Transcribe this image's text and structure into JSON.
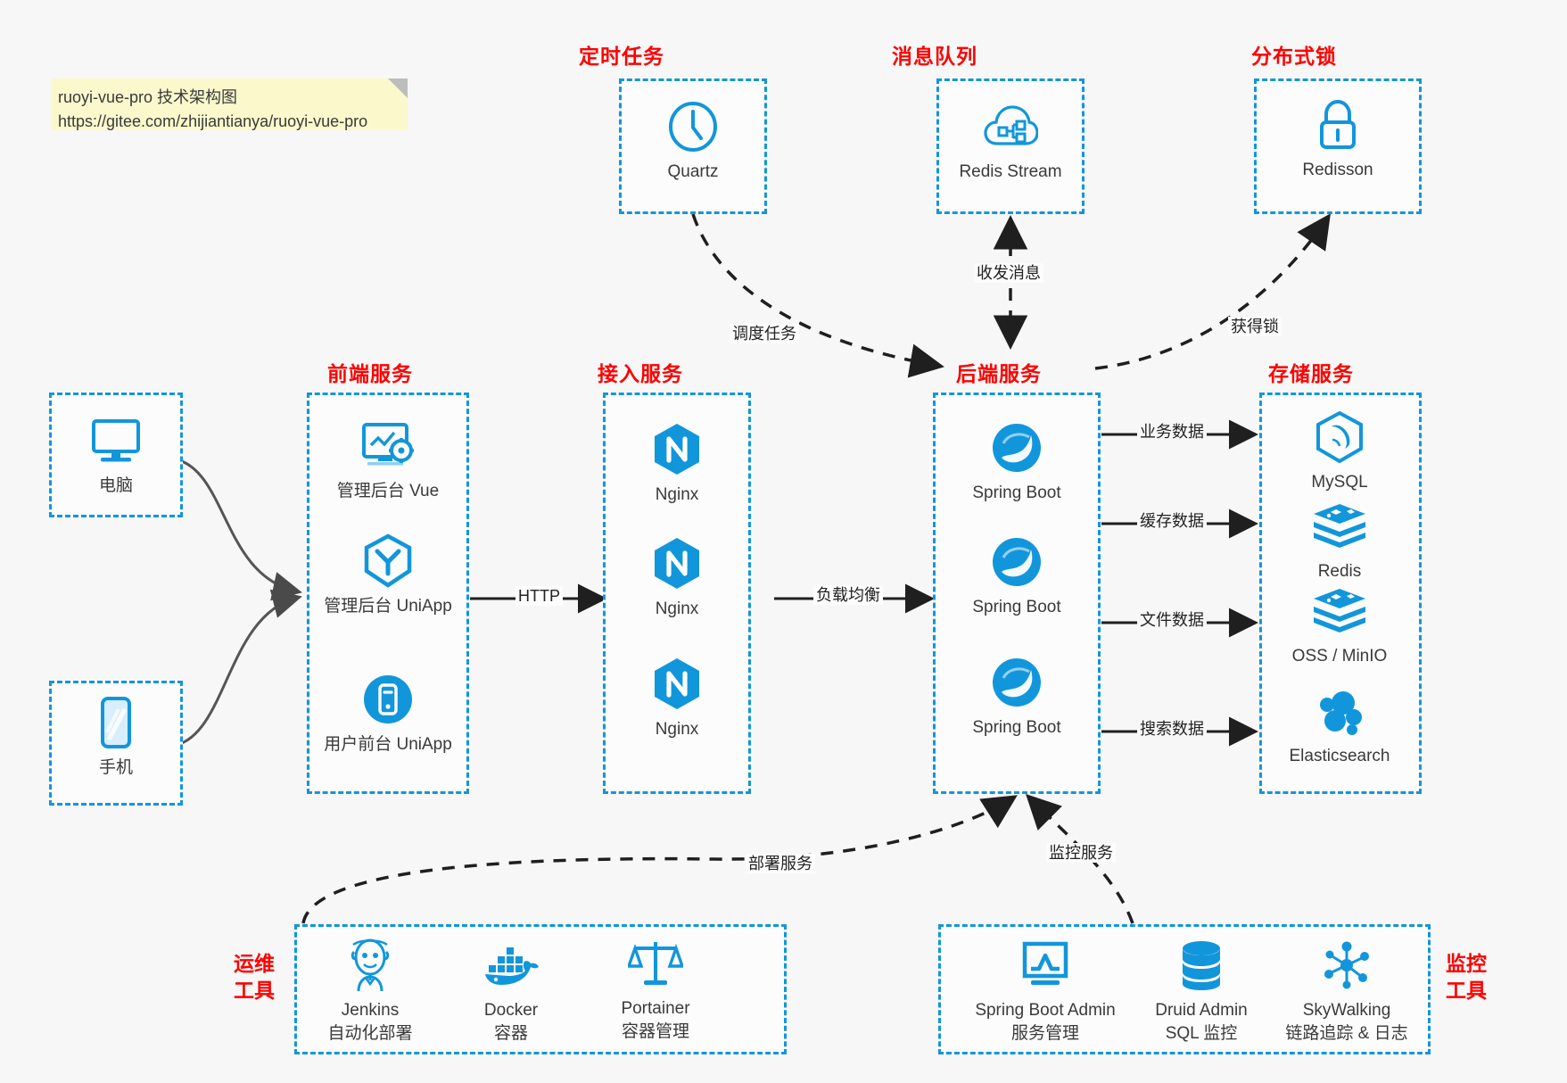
{
  "note": {
    "line1": "ruoyi-vue-pro 技术架构图",
    "line2": "https://gitee.com/zhijiantianya/ruoyi-vue-pro"
  },
  "groups": {
    "scheduler": {
      "title": "定时任务"
    },
    "mq": {
      "title": "消息队列"
    },
    "lock": {
      "title": "分布式锁"
    },
    "frontend": {
      "title": "前端服务"
    },
    "gateway": {
      "title": "接入服务"
    },
    "backend": {
      "title": "后端服务"
    },
    "storage": {
      "title": "存储服务"
    },
    "devops": {
      "title_line1": "运维",
      "title_line2": "工具"
    },
    "monitor": {
      "title_line1": "监控",
      "title_line2": "工具"
    }
  },
  "nodes": {
    "quartz": {
      "label": "Quartz",
      "icon": "clock-icon"
    },
    "redis_stream": {
      "label": "Redis Stream",
      "icon": "cloud-network-icon"
    },
    "redisson": {
      "label": "Redisson",
      "icon": "lock-icon"
    },
    "computer": {
      "label": "电脑",
      "icon": "desktop-monitor-icon"
    },
    "phone": {
      "label": "手机",
      "icon": "mobile-phone-icon"
    },
    "admin_vue": {
      "label": "管理后台 Vue",
      "icon": "dashboard-gear-icon"
    },
    "admin_uniapp": {
      "label": "管理后台 UniApp",
      "icon": "uniapp-shield-icon"
    },
    "user_uniapp": {
      "label": "用户前台 UniApp",
      "icon": "app-circle-icon"
    },
    "nginx1": {
      "label": "Nginx",
      "icon": "nginx-icon"
    },
    "nginx2": {
      "label": "Nginx",
      "icon": "nginx-icon"
    },
    "nginx3": {
      "label": "Nginx",
      "icon": "nginx-icon"
    },
    "springboot1": {
      "label": "Spring Boot",
      "icon": "spring-leaf-icon"
    },
    "springboot2": {
      "label": "Spring Boot",
      "icon": "spring-leaf-icon"
    },
    "springboot3": {
      "label": "Spring Boot",
      "icon": "spring-leaf-icon"
    },
    "mysql": {
      "label": "MySQL",
      "icon": "mysql-dolphin-icon"
    },
    "redis": {
      "label": "Redis",
      "icon": "redis-stack-icon"
    },
    "oss": {
      "label": "OSS / MinIO",
      "icon": "redis-stack-icon"
    },
    "elasticsearch": {
      "label": "Elasticsearch",
      "icon": "elasticsearch-icon"
    },
    "jenkins": {
      "label": "Jenkins",
      "sub": "自动化部署",
      "icon": "jenkins-butler-icon"
    },
    "docker": {
      "label": "Docker",
      "sub": "容器",
      "icon": "docker-whale-icon"
    },
    "portainer": {
      "label": "Portainer",
      "sub": "容器管理",
      "icon": "portainer-scale-icon"
    },
    "sba": {
      "label": "Spring Boot Admin",
      "sub": "服务管理",
      "icon": "monitor-chart-icon"
    },
    "druid": {
      "label": "Druid Admin",
      "sub": "SQL 监控",
      "icon": "database-stack-icon"
    },
    "skywalking": {
      "label": "SkyWalking",
      "sub": "链路追踪 & 日志",
      "icon": "skywalking-node-icon"
    }
  },
  "edges": {
    "schedule_task": "调度任务",
    "send_receive_msg": "收发消息",
    "acquire_lock": "获得锁",
    "http": "HTTP",
    "load_balance": "负载均衡",
    "business_data": "业务数据",
    "cache_data": "缓存数据",
    "file_data": "文件数据",
    "search_data": "搜索数据",
    "deploy_service": "部署服务",
    "monitor_service": "监控服务"
  },
  "colors": {
    "accent": "#1296db",
    "title": "#ff0000",
    "text": "#3a3a3a",
    "background": "#f7f7f7",
    "note": "#fbf8cc"
  }
}
